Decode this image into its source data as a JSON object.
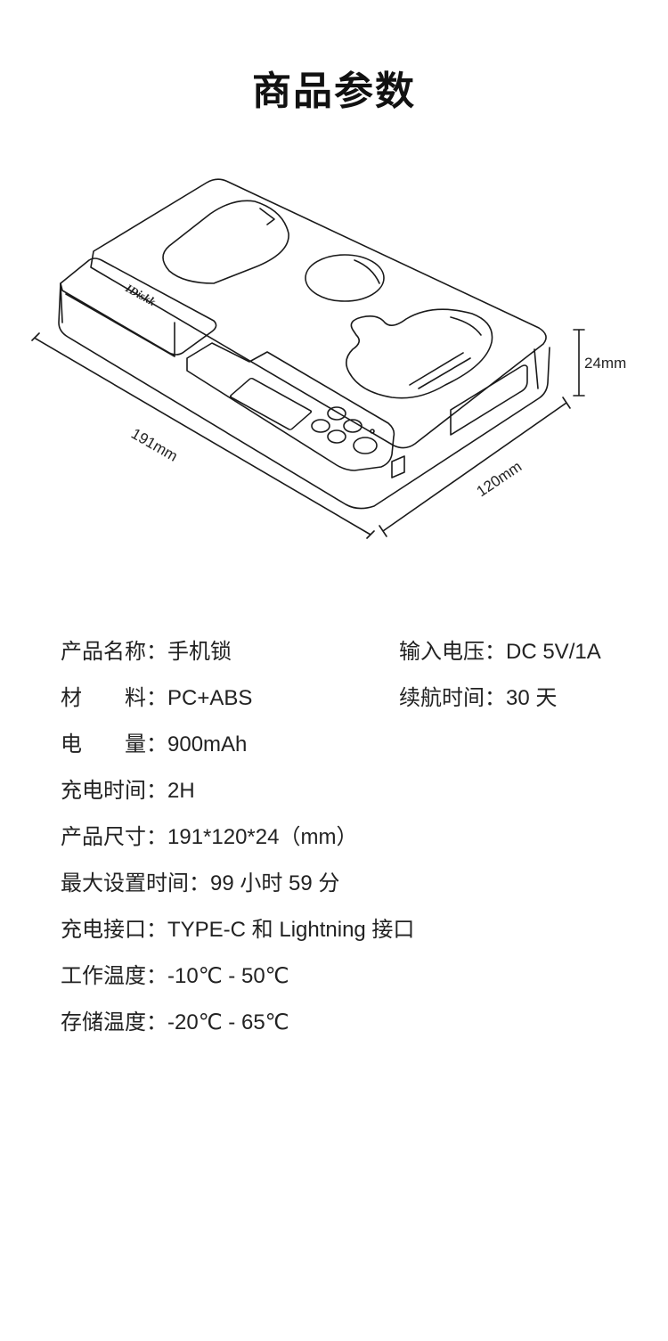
{
  "header": {
    "title": "商品参数"
  },
  "drawing": {
    "brand": "IDiskk",
    "dimensions": {
      "height": "24mm",
      "length": "191mm",
      "width": "120mm"
    }
  },
  "specs": {
    "product_name": {
      "label": "产品名称：",
      "value": "手机锁"
    },
    "input_voltage": {
      "label": "输入电压：",
      "value": "DC 5V/1A"
    },
    "material": {
      "label": "材　　料：",
      "value": "PC+ABS"
    },
    "battery_life": {
      "label": "续航时间：",
      "value": "30 天"
    },
    "capacity": {
      "label": "电　　量：",
      "value": "900mAh"
    },
    "charge_time": {
      "label": "充电时间：",
      "value": "2H"
    },
    "product_size": {
      "label": "产品尺寸：",
      "value": "191*120*24（mm）"
    },
    "max_timer": {
      "label": "最大设置时间：",
      "value": "99 小时 59 分"
    },
    "charge_port": {
      "label": "充电接口：",
      "value": "TYPE-C 和 Lightning 接口"
    },
    "operating_temp": {
      "label": "工作温度：",
      "value": "-10℃ - 50℃"
    },
    "storage_temp": {
      "label": "存储温度：",
      "value": "-20℃ - 65℃"
    }
  }
}
